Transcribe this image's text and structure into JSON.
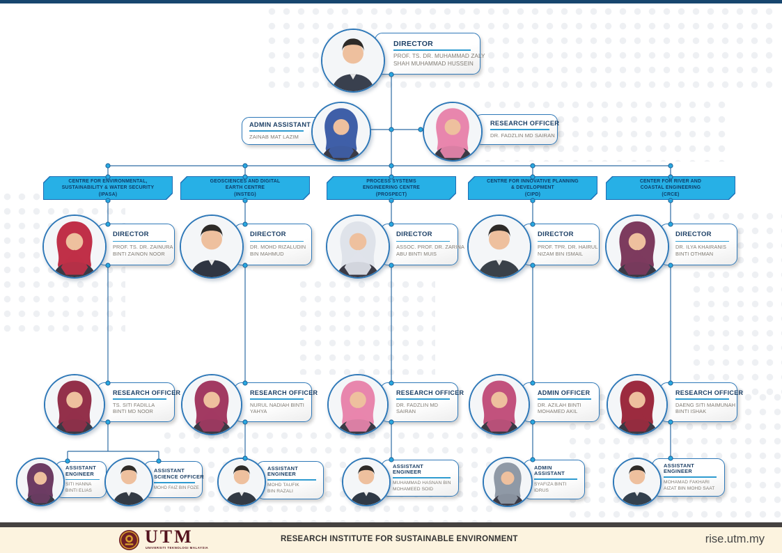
{
  "header": {
    "accent_color": "#17466e"
  },
  "top": {
    "director": {
      "title_lines": [
        "DIRECTOR"
      ],
      "name_lines": [
        "PROF. TS. DR. MUHAMMAD ZALY",
        "SHAH MUHAMMAD HUSSEIN"
      ],
      "avatar": {
        "kind": "male",
        "color": "#39404e"
      }
    },
    "admin_assistant": {
      "title_lines": [
        "ADMIN ASSISTANT"
      ],
      "name_lines": [
        "ZAINAB MAT LAZIM"
      ],
      "avatar": {
        "kind": "female",
        "color": "#3f5fa8"
      }
    },
    "research_officer": {
      "title_lines": [
        "RESEARCH OFFICER"
      ],
      "name_lines": [
        "DR. FADZLIN MD SAIRAN"
      ],
      "avatar": {
        "kind": "female",
        "color": "#e886ad"
      }
    }
  },
  "centres": [
    {
      "id": "ipasa",
      "box_lines": [
        "CENTRE FOR ENVIRONMENTAL,",
        "SUSTAINABILITY & WATER SECURITY",
        "(IPASA)"
      ],
      "director": {
        "title_lines": [
          "DIRECTOR"
        ],
        "name_lines": [
          "PROF. TS. DR. ZAINURA",
          "BINTI ZAINON NOOR"
        ],
        "avatar": {
          "kind": "female",
          "color": "#c03048"
        }
      },
      "officer": {
        "title_lines": [
          "RESEARCH OFFICER"
        ],
        "name_lines": [
          "TS. SITI FADILLA",
          "BINTI MD NOOR"
        ],
        "avatar": {
          "kind": "female",
          "color": "#93304a"
        }
      },
      "assistants": [
        {
          "title_lines": [
            "ASSISTANT",
            "ENGINEER"
          ],
          "name_lines": [
            "SITI HANNA",
            "BINTI ELIAS"
          ],
          "avatar": {
            "kind": "female",
            "color": "#6d3c63"
          }
        },
        {
          "title_lines": [
            "ASSISTANT",
            "SCIENCE OFFICER"
          ],
          "name_lines": [
            "MOHD FAIZ BIN FOZE"
          ],
          "avatar": {
            "kind": "male",
            "color": "#333a44"
          }
        }
      ]
    },
    {
      "id": "insteg",
      "box_lines": [
        "GEOSCIENCES AND DIGITAL",
        "EARTH CENTRE",
        "(INSTEG)"
      ],
      "director": {
        "title_lines": [
          "DIRECTOR"
        ],
        "name_lines": [
          "DR. MOHD RIZALUDIN",
          "BIN MAHMUD"
        ],
        "avatar": {
          "kind": "male",
          "color": "#2f3542"
        }
      },
      "officer": {
        "title_lines": [
          "RESEARCH OFFICER"
        ],
        "name_lines": [
          "NURUL NADIAH BINTI",
          "YAHYA"
        ],
        "avatar": {
          "kind": "female",
          "color": "#a23a62"
        }
      },
      "assistants": [
        {
          "title_lines": [
            "ASSISTANT",
            "ENGINEER"
          ],
          "name_lines": [
            "MOHD TAUFIK",
            "BIN RAZALI"
          ],
          "avatar": {
            "kind": "male",
            "color": "#333a44"
          }
        }
      ]
    },
    {
      "id": "prospect",
      "box_lines": [
        "PROCESS SYSTEMS",
        "ENGINEERING CENTRE",
        "(PROSPECT)"
      ],
      "director": {
        "title_lines": [
          "DIRECTOR"
        ],
        "name_lines": [
          "ASSOC. PROF. DR. ZARINA",
          "ABU BINTI MUIS"
        ],
        "avatar": {
          "kind": "female",
          "color": "#dfe3ea"
        }
      },
      "officer": {
        "title_lines": [
          "RESEARCH OFFICER"
        ],
        "name_lines": [
          "DR. FADZLIN MD",
          "SAIRAN"
        ],
        "avatar": {
          "kind": "female",
          "color": "#e886ad"
        }
      },
      "assistants": [
        {
          "title_lines": [
            "ASSISTANT",
            "ENGINEER"
          ],
          "name_lines": [
            "MUHAMMAD HASNAN BIN",
            "MOHAMEED SOID"
          ],
          "avatar": {
            "kind": "male",
            "color": "#2f3946"
          }
        }
      ]
    },
    {
      "id": "cipd",
      "box_lines": [
        "CENTRE FOR INNOVATIVE PLANNING",
        "& DEVELOPMENT",
        "(CIPD)"
      ],
      "director": {
        "title_lines": [
          "DIRECTOR"
        ],
        "name_lines": [
          "PROF. TPR. DR. HAIRUL",
          "NIZAM BIN ISMAIL"
        ],
        "avatar": {
          "kind": "male",
          "color": "#3a4149"
        }
      },
      "officer": {
        "title_lines": [
          "ADMIN OFFICER"
        ],
        "name_lines": [
          "DR. AZILAH BINTI",
          "MOHAMED AKIL"
        ],
        "avatar": {
          "kind": "female",
          "color": "#c2527d"
        }
      },
      "assistants": [
        {
          "title_lines": [
            "ADMIN",
            "ASSISTANT"
          ],
          "name_lines": [
            "SYAFIZA BINTI",
            "IDRUS"
          ],
          "avatar": {
            "kind": "female",
            "color": "#8f99a6"
          }
        }
      ]
    },
    {
      "id": "crce",
      "box_lines": [
        "CENTER FOR RIVER AND",
        "COASTAL ENGINEERING",
        "(CRCE)"
      ],
      "director": {
        "title_lines": [
          "DIRECTOR"
        ],
        "name_lines": [
          "DR. ILYA KHAIRANIS",
          "BINTI OTHMAN"
        ],
        "avatar": {
          "kind": "female",
          "color": "#7d3b5e"
        }
      },
      "officer": {
        "title_lines": [
          "RESEARCH OFFICER"
        ],
        "name_lines": [
          "DAENG SITI MAIMUNAH",
          "BINTI ISHAK"
        ],
        "avatar": {
          "kind": "female",
          "color": "#9c2b3f"
        }
      },
      "assistants": [
        {
          "title_lines": [
            "ASSISTANT",
            "ENGINEER"
          ],
          "name_lines": [
            "MOHAMAD FAKHARI",
            "AIZAT BIN MOHD SAAT"
          ],
          "avatar": {
            "kind": "male",
            "color": "#33404d"
          }
        }
      ]
    }
  ],
  "footer": {
    "org_name": "RESEARCH INSTITUTE FOR SUSTAINABLE ENVIRONMENT",
    "logo_acronym": "UTM",
    "logo_subtext": "UNIVERSITI TEKNOLOGI MALAYSIA",
    "url": "rise.utm.my"
  },
  "colors": {
    "topbar_navy": "#17466e",
    "centre_box_fill": "#27b0e6",
    "centre_box_border": "#1e6db3",
    "line_blue": "#2d6ca3",
    "junction_dot": "#29a8e0",
    "label_border": "#2e78b8",
    "title_navy": "#1d4066",
    "name_gray": "#7f7a72",
    "footer_cream": "#fcf3df"
  }
}
